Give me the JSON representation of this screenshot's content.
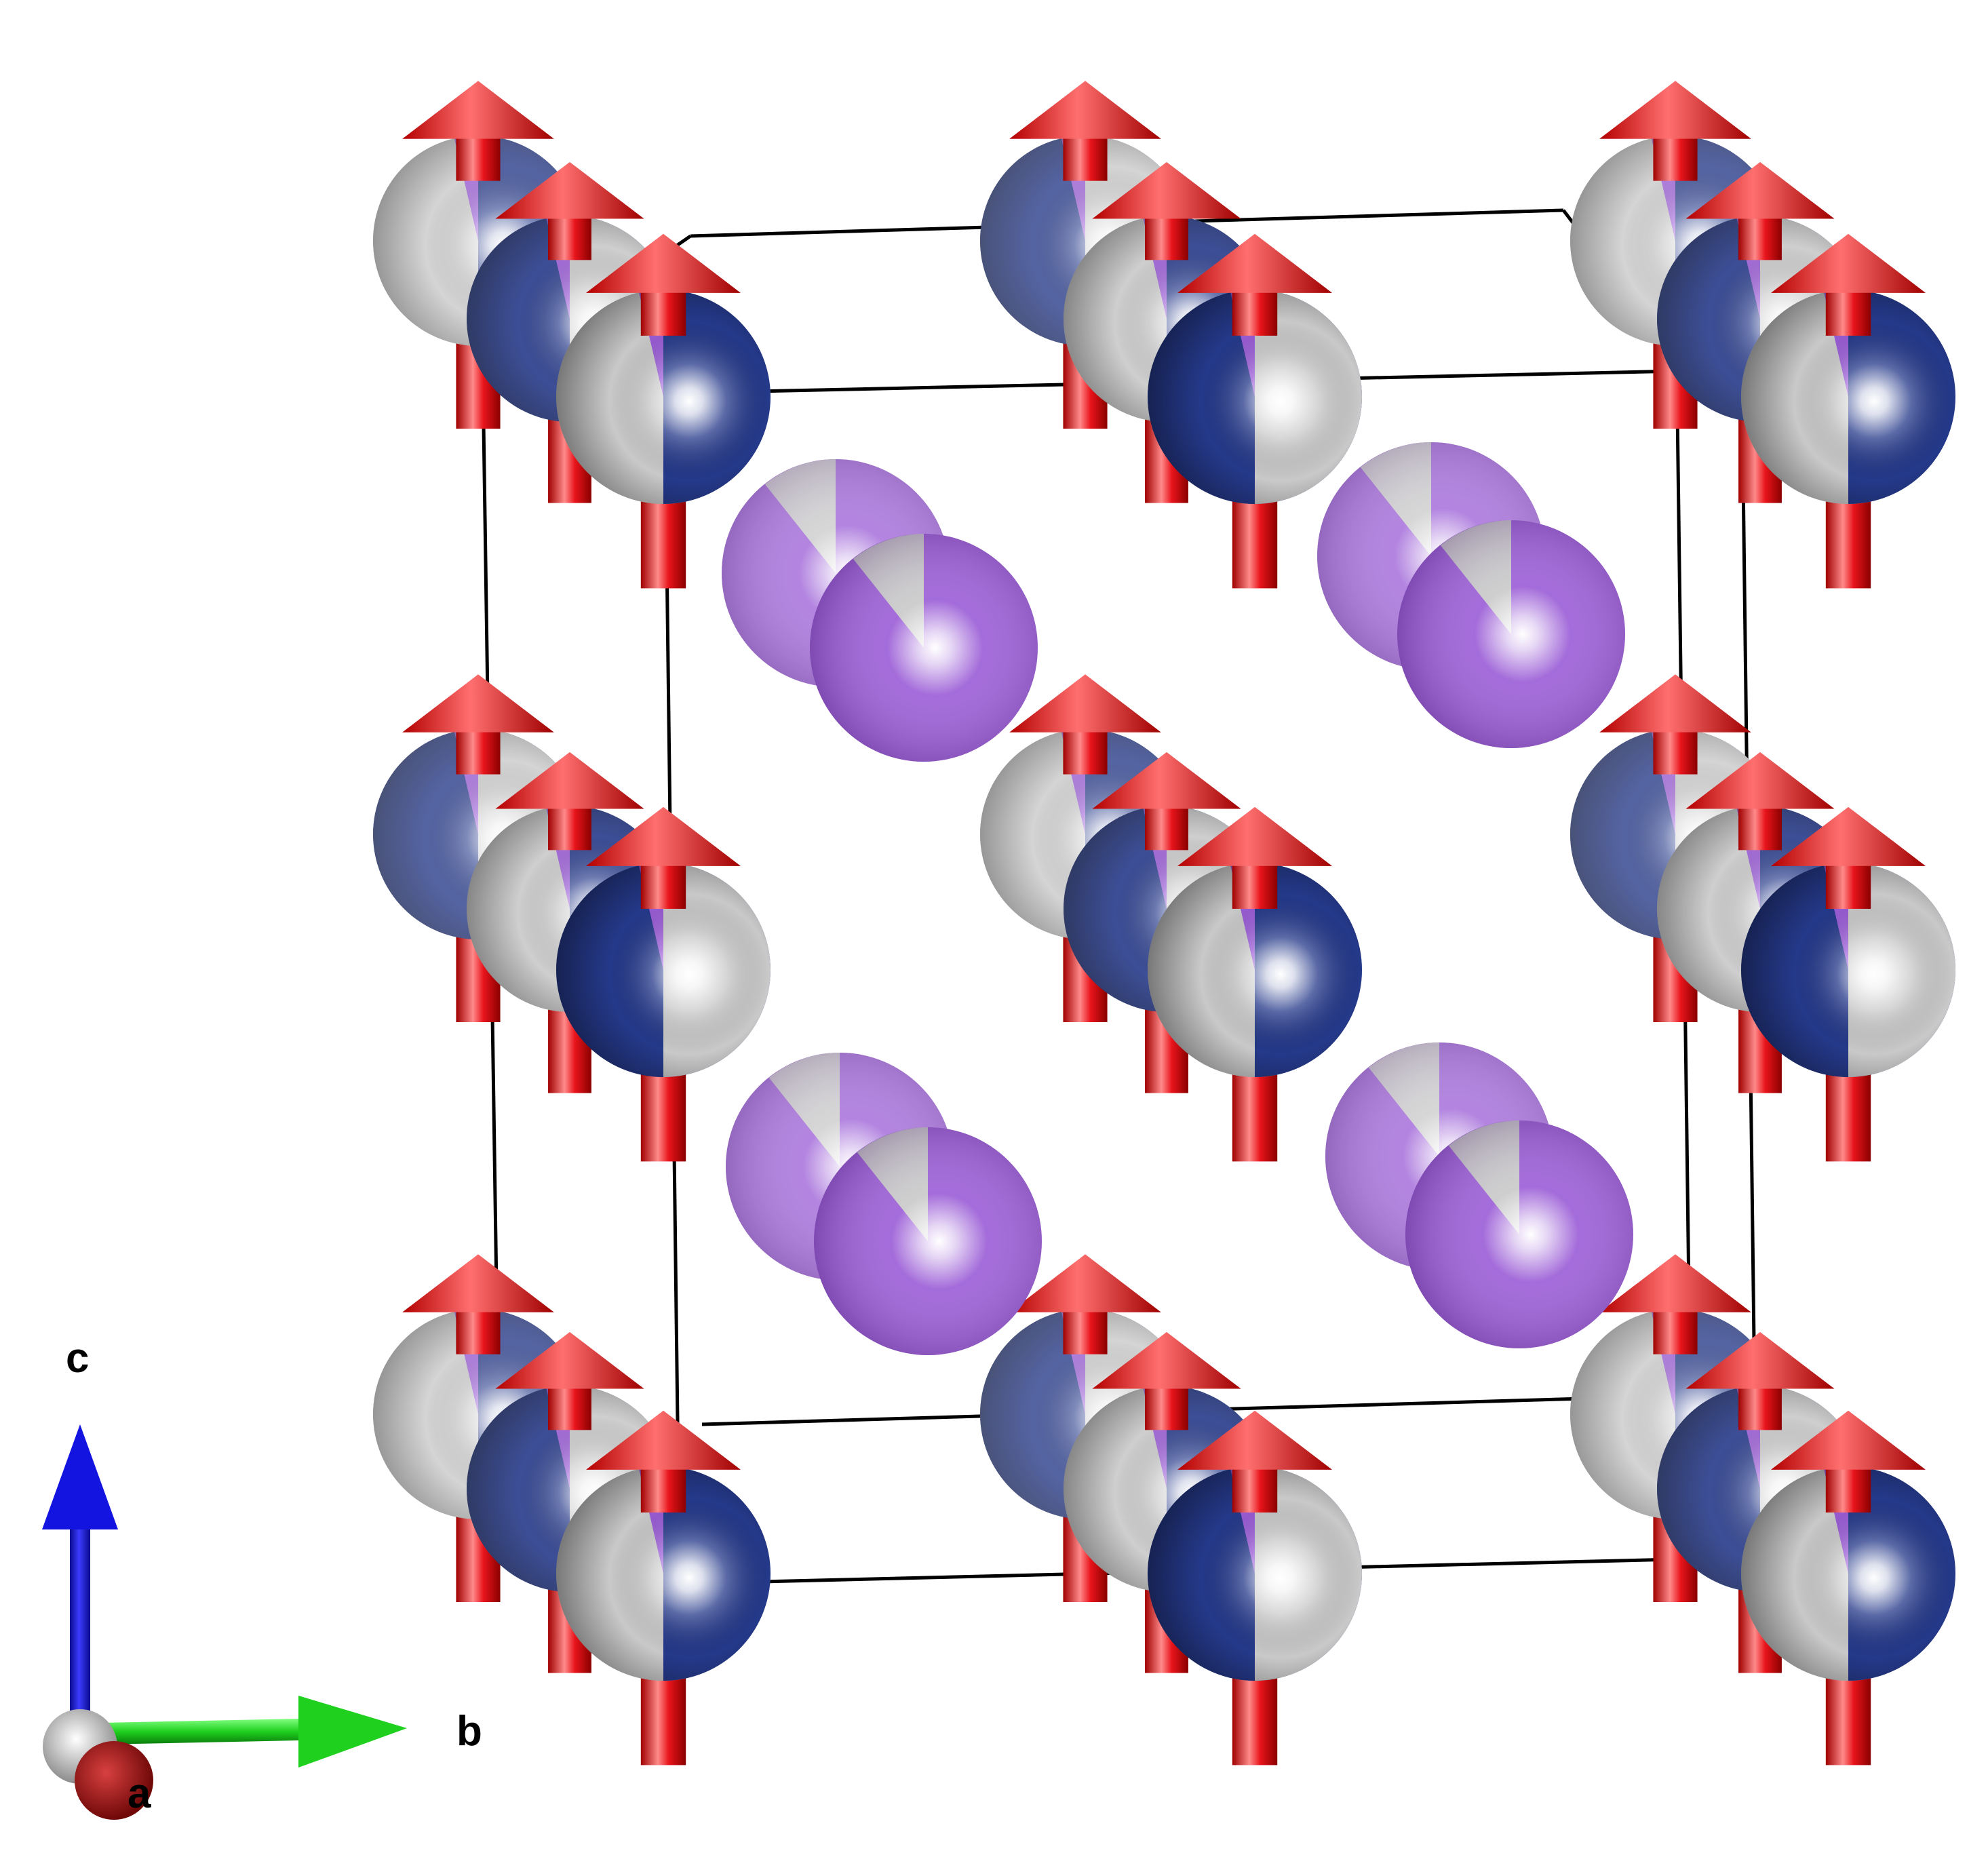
{
  "axis_labels": {
    "a": "a",
    "b": "b",
    "c": "c"
  },
  "colors": {
    "background": "#ffffff",
    "cell_edge": "#000000",
    "site_blue": "#25398a",
    "site_grey": "#c9c9c9",
    "site_purple": "#9a5cd6",
    "moment_arrow": "#e8141b",
    "axis_a": "#8c0d0d",
    "axis_b": "#1fd01f",
    "axis_c": "#1414e0"
  },
  "magnetic_moment_direction": "+c",
  "magnetic_site_count": 27,
  "nonmagnetic_site_count": 8
}
